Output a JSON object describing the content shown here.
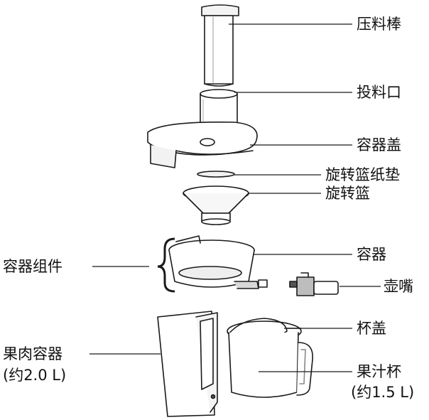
{
  "labels": {
    "pusher": "压料棒",
    "feed_tube": "投料口",
    "container_lid": "容器盖",
    "basket_paper_pad": "旋转篮纸垫",
    "rotating_basket": "旋转篮",
    "container_assembly": "容器组件",
    "container": "容器",
    "spout": "壶嘴",
    "pulp_container": "果肉容器",
    "pulp_container_capacity": "(约2.0 L)",
    "cup_lid": "杯盖",
    "juice_cup": "果汁杯",
    "juice_cup_capacity": "(约1.5 L)"
  },
  "colors": {
    "line": "#1a1a1a",
    "fill_light": "#ffffff",
    "fill_gray": "#dcdcdc",
    "fill_dark": "#555555"
  }
}
